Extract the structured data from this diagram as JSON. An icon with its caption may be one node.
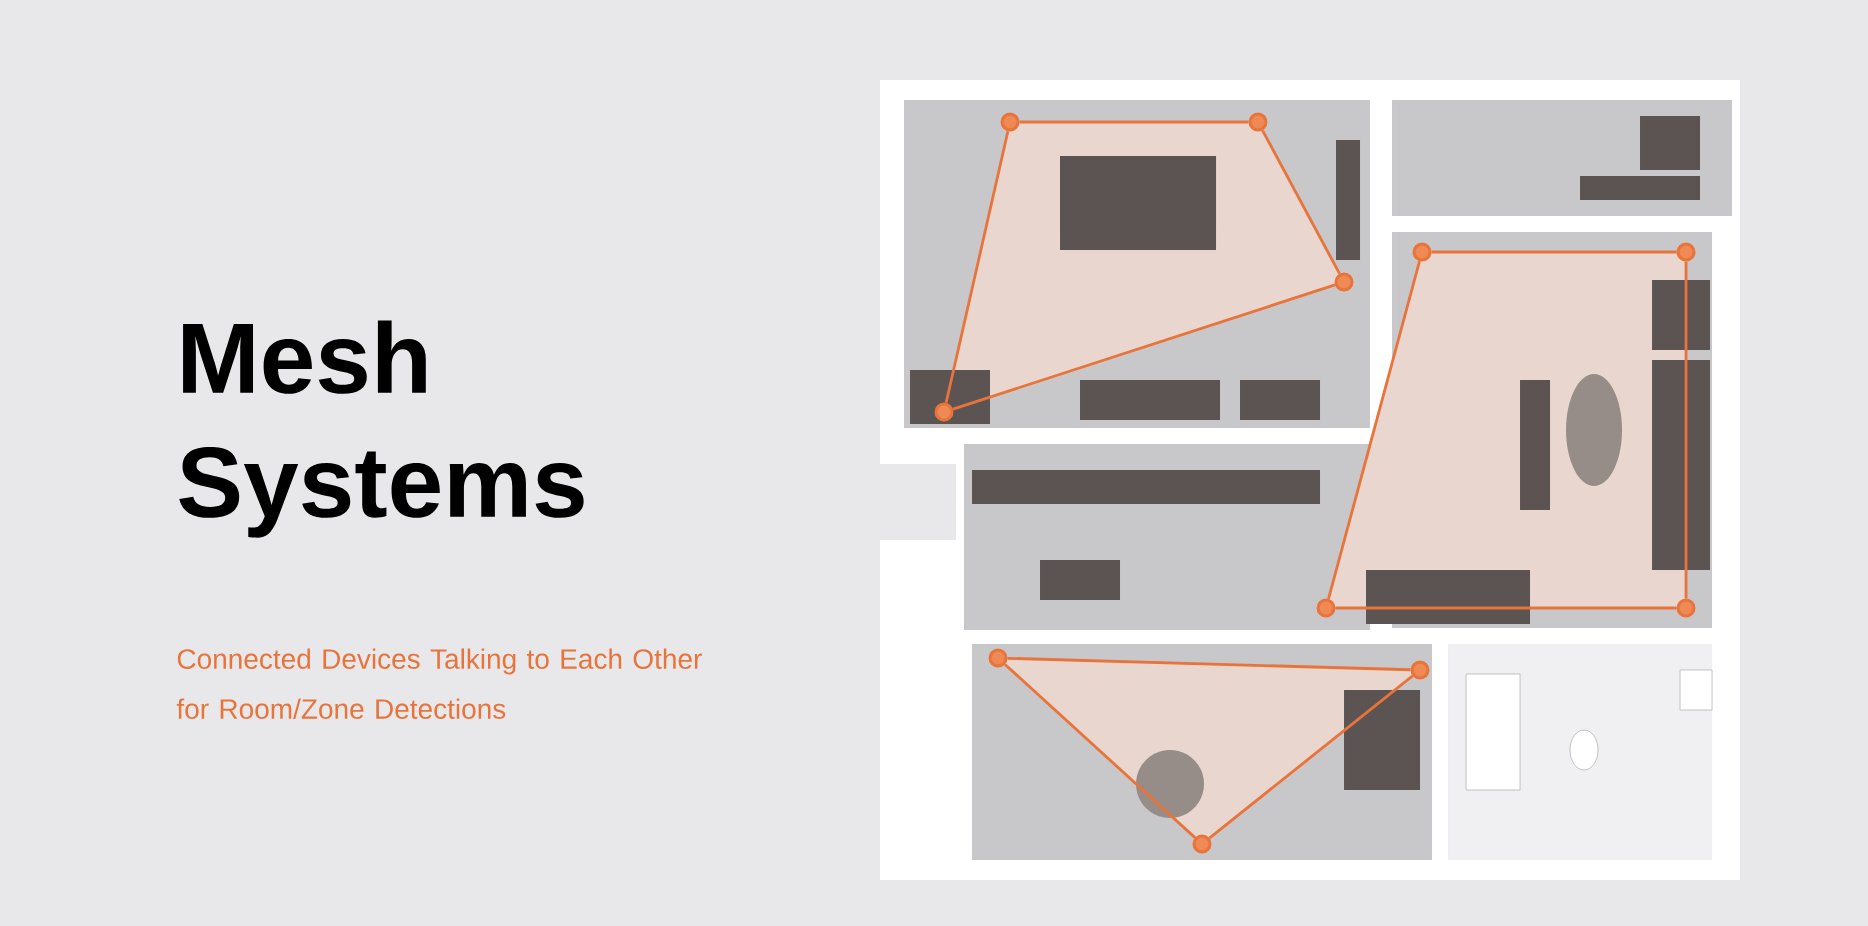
{
  "diagram": {
    "title": "Mesh Systems",
    "nodes": [
      {
        "text": [],
        "shape": "circle"
      },
      {
        "text": [],
        "shape": "circle"
      },
      {
        "text": [],
        "shape": "circle"
      },
      {
        "text": [],
        "shape": "circle"
      },
      {
        "text": [],
        "shape": "circle"
      },
      {
        "text": [],
        "shape": "circle"
      },
      {
        "text": [],
        "shape": "circle"
      },
      {
        "text": [],
        "shape": "circle"
      },
      {
        "text": [],
        "shape": "circle"
      },
      {
        "text": [],
        "shape": "circle"
      },
      {
        "text": [],
        "shape": "circle"
      }
    ],
    "edges": [
      {
        "from": 0,
        "to": 1,
        "arrow": "none"
      },
      {
        "from": 1,
        "to": 2,
        "arrow": "none"
      },
      {
        "from": 2,
        "to": 3,
        "arrow": "none"
      },
      {
        "from": 3,
        "to": 0,
        "arrow": "none"
      },
      {
        "from": 4,
        "to": 5,
        "arrow": "none"
      },
      {
        "from": 5,
        "to": 6,
        "arrow": "none"
      },
      {
        "from": 6,
        "to": 7,
        "arrow": "none"
      },
      {
        "from": 7,
        "to": 4,
        "arrow": "none"
      },
      {
        "from": 8,
        "to": 9,
        "arrow": "none"
      },
      {
        "from": 9,
        "to": 10,
        "arrow": "none"
      },
      {
        "from": 10,
        "to": 8,
        "arrow": "none"
      }
    ],
    "labels": [
      "Connected Devices Talking to Each Other for Room/Zone Detections"
    ]
  }
}
